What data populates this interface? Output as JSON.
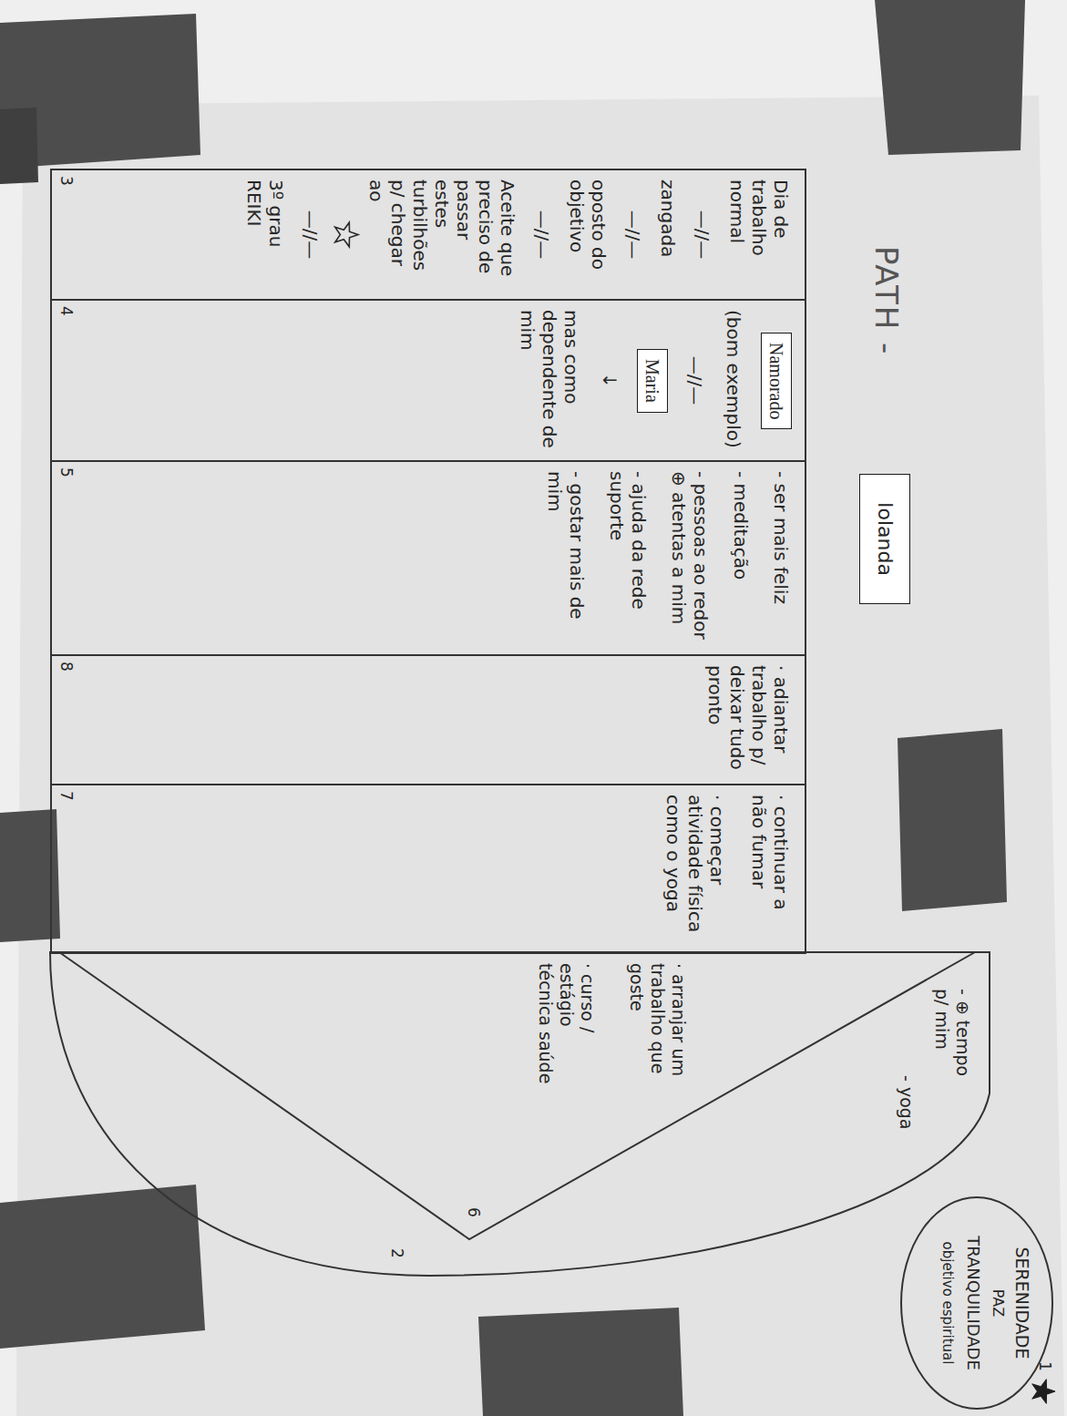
{
  "diagram": {
    "title": "PATH -",
    "nodes": [
      {
        "text": [
          "Dia de trabalho normal",
          "—//—",
          "zangada",
          "—//—",
          "oposto do objetivo",
          "—//—",
          "Aceite que preciso de passar estes turbilhões p/ chegar ao",
          "—//—",
          "3º grau REIKI"
        ]
      },
      {
        "text": [
          "Namorado",
          "(bom exemplo)",
          "—//—",
          "Maria",
          "↓",
          "mas como dependente de mim"
        ]
      },
      {
        "text": [
          "- ser mais feliz",
          "- meditação",
          "- pessoas ao redor ⊕ atentas a mim",
          "- ajuda da rede suporte",
          "- gostar mais de mim"
        ]
      },
      {
        "text": [
          "· adiantar trabalho p/ deixar tudo pronto"
        ]
      },
      {
        "text": [
          "· continuar a não fumar",
          "· começar atividade física como o yoga"
        ]
      },
      {
        "text": [
          "- ⊕ tempo p/ mim",
          "- yoga",
          "· arranjar um trabalho que goste",
          "· curso / estágio técnica saúde"
        ]
      },
      {
        "text": [
          "SERENIDADE",
          "PAZ",
          "TRANQUILIDADE",
          "objetivo espiritual"
        ]
      }
    ],
    "labels": [
      "Iolanda",
      "3",
      "4",
      "5",
      "8",
      "7",
      "6",
      "2",
      "1"
    ]
  }
}
